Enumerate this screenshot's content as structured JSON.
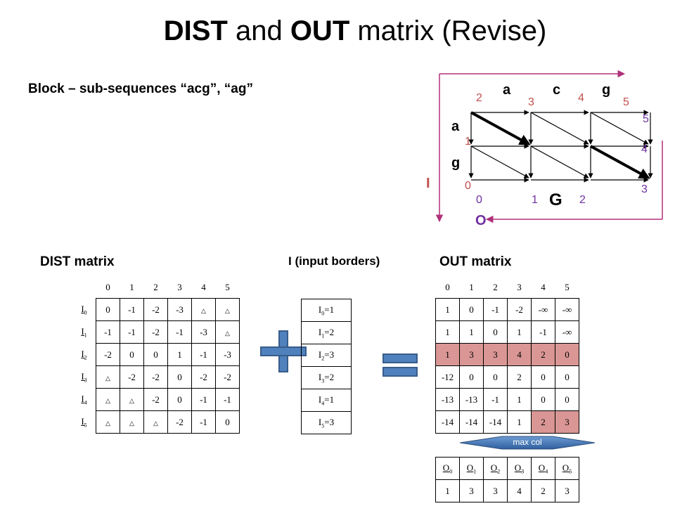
{
  "title": {
    "bold1": "DIST",
    "mid": " and ",
    "bold2": "OUT",
    "rest": " matrix (Revise)"
  },
  "subtitle": "Block  – sub-sequences “acg”, “ag”",
  "diagram": {
    "top_letters": [
      "a",
      "c",
      "g"
    ],
    "left_letters": [
      "a",
      "g"
    ],
    "top_numbers": [
      "2",
      "3",
      "4",
      "5"
    ],
    "left_numbers": [
      "1",
      "0"
    ],
    "bottom_numbers": [
      "0",
      "1",
      "2"
    ],
    "right_numbers": [
      "5",
      "4",
      "3"
    ],
    "center_label": "G",
    "I_label": "I",
    "O_label": "O",
    "colors": {
      "axis": "#b0307a",
      "numbers_red": "#c0504d",
      "numbers_purple": "#7030a0"
    }
  },
  "dist": {
    "heading": "DIST matrix",
    "cols": [
      "0",
      "1",
      "2",
      "3",
      "4",
      "5"
    ],
    "rows": [
      {
        "label": "I",
        "sub": "0",
        "cells": [
          "0",
          "-1",
          "-2",
          "-3",
          "△",
          "△"
        ]
      },
      {
        "label": "I",
        "sub": "1",
        "cells": [
          "-1",
          "-1",
          "-2",
          "-1",
          "-3",
          "△"
        ]
      },
      {
        "label": "I",
        "sub": "2",
        "cells": [
          "-2",
          "0",
          "0",
          "1",
          "-1",
          "-3"
        ]
      },
      {
        "label": "I",
        "sub": "3",
        "cells": [
          "△",
          "-2",
          "-2",
          "0",
          "-2",
          "-2"
        ]
      },
      {
        "label": "I",
        "sub": "4",
        "cells": [
          "△",
          "△",
          "-2",
          "0",
          "-1",
          "-1"
        ]
      },
      {
        "label": "I",
        "sub": "5",
        "cells": [
          "△",
          "△",
          "△",
          "-2",
          "-1",
          "0"
        ]
      }
    ]
  },
  "input": {
    "heading": "I (input borders)",
    "rows": [
      {
        "label": "I",
        "sub": "0",
        "val": "=1"
      },
      {
        "label": "I",
        "sub": "1",
        "val": "=2"
      },
      {
        "label": "I",
        "sub": "2",
        "val": "=3"
      },
      {
        "label": "I",
        "sub": "3",
        "val": "=2"
      },
      {
        "label": "I",
        "sub": "4",
        "val": "=1"
      },
      {
        "label": "I",
        "sub": "5",
        "val": "=3"
      }
    ]
  },
  "out": {
    "heading": "OUT matrix",
    "cols": [
      "0",
      "1",
      "2",
      "3",
      "4",
      "5"
    ],
    "rows": [
      [
        "1",
        "0",
        "-1",
        "-2",
        "-∞",
        "-∞"
      ],
      [
        "1",
        "1",
        "0",
        "1",
        "-1",
        "-∞"
      ],
      [
        "1",
        "3",
        "3",
        "4",
        "2",
        "0"
      ],
      [
        "-12",
        "0",
        "0",
        "2",
        "0",
        "0"
      ],
      [
        "-13",
        "-13",
        "-1",
        "1",
        "0",
        "0"
      ],
      [
        "-14",
        "-14",
        "-14",
        "1",
        "2",
        "3"
      ]
    ],
    "highlight": [
      [
        2,
        0
      ],
      [
        2,
        1
      ],
      [
        2,
        2
      ],
      [
        2,
        3
      ],
      [
        2,
        4
      ],
      [
        2,
        5
      ],
      [
        5,
        4
      ],
      [
        5,
        5
      ]
    ],
    "max_label": "max col",
    "result_cols": [
      {
        "label": "O",
        "sub": "0"
      },
      {
        "label": "O",
        "sub": "1"
      },
      {
        "label": "O",
        "sub": "2"
      },
      {
        "label": "O",
        "sub": "3"
      },
      {
        "label": "O",
        "sub": "4"
      },
      {
        "label": "O",
        "sub": "5"
      }
    ],
    "result_vals": [
      "1",
      "3",
      "3",
      "4",
      "2",
      "3"
    ]
  }
}
